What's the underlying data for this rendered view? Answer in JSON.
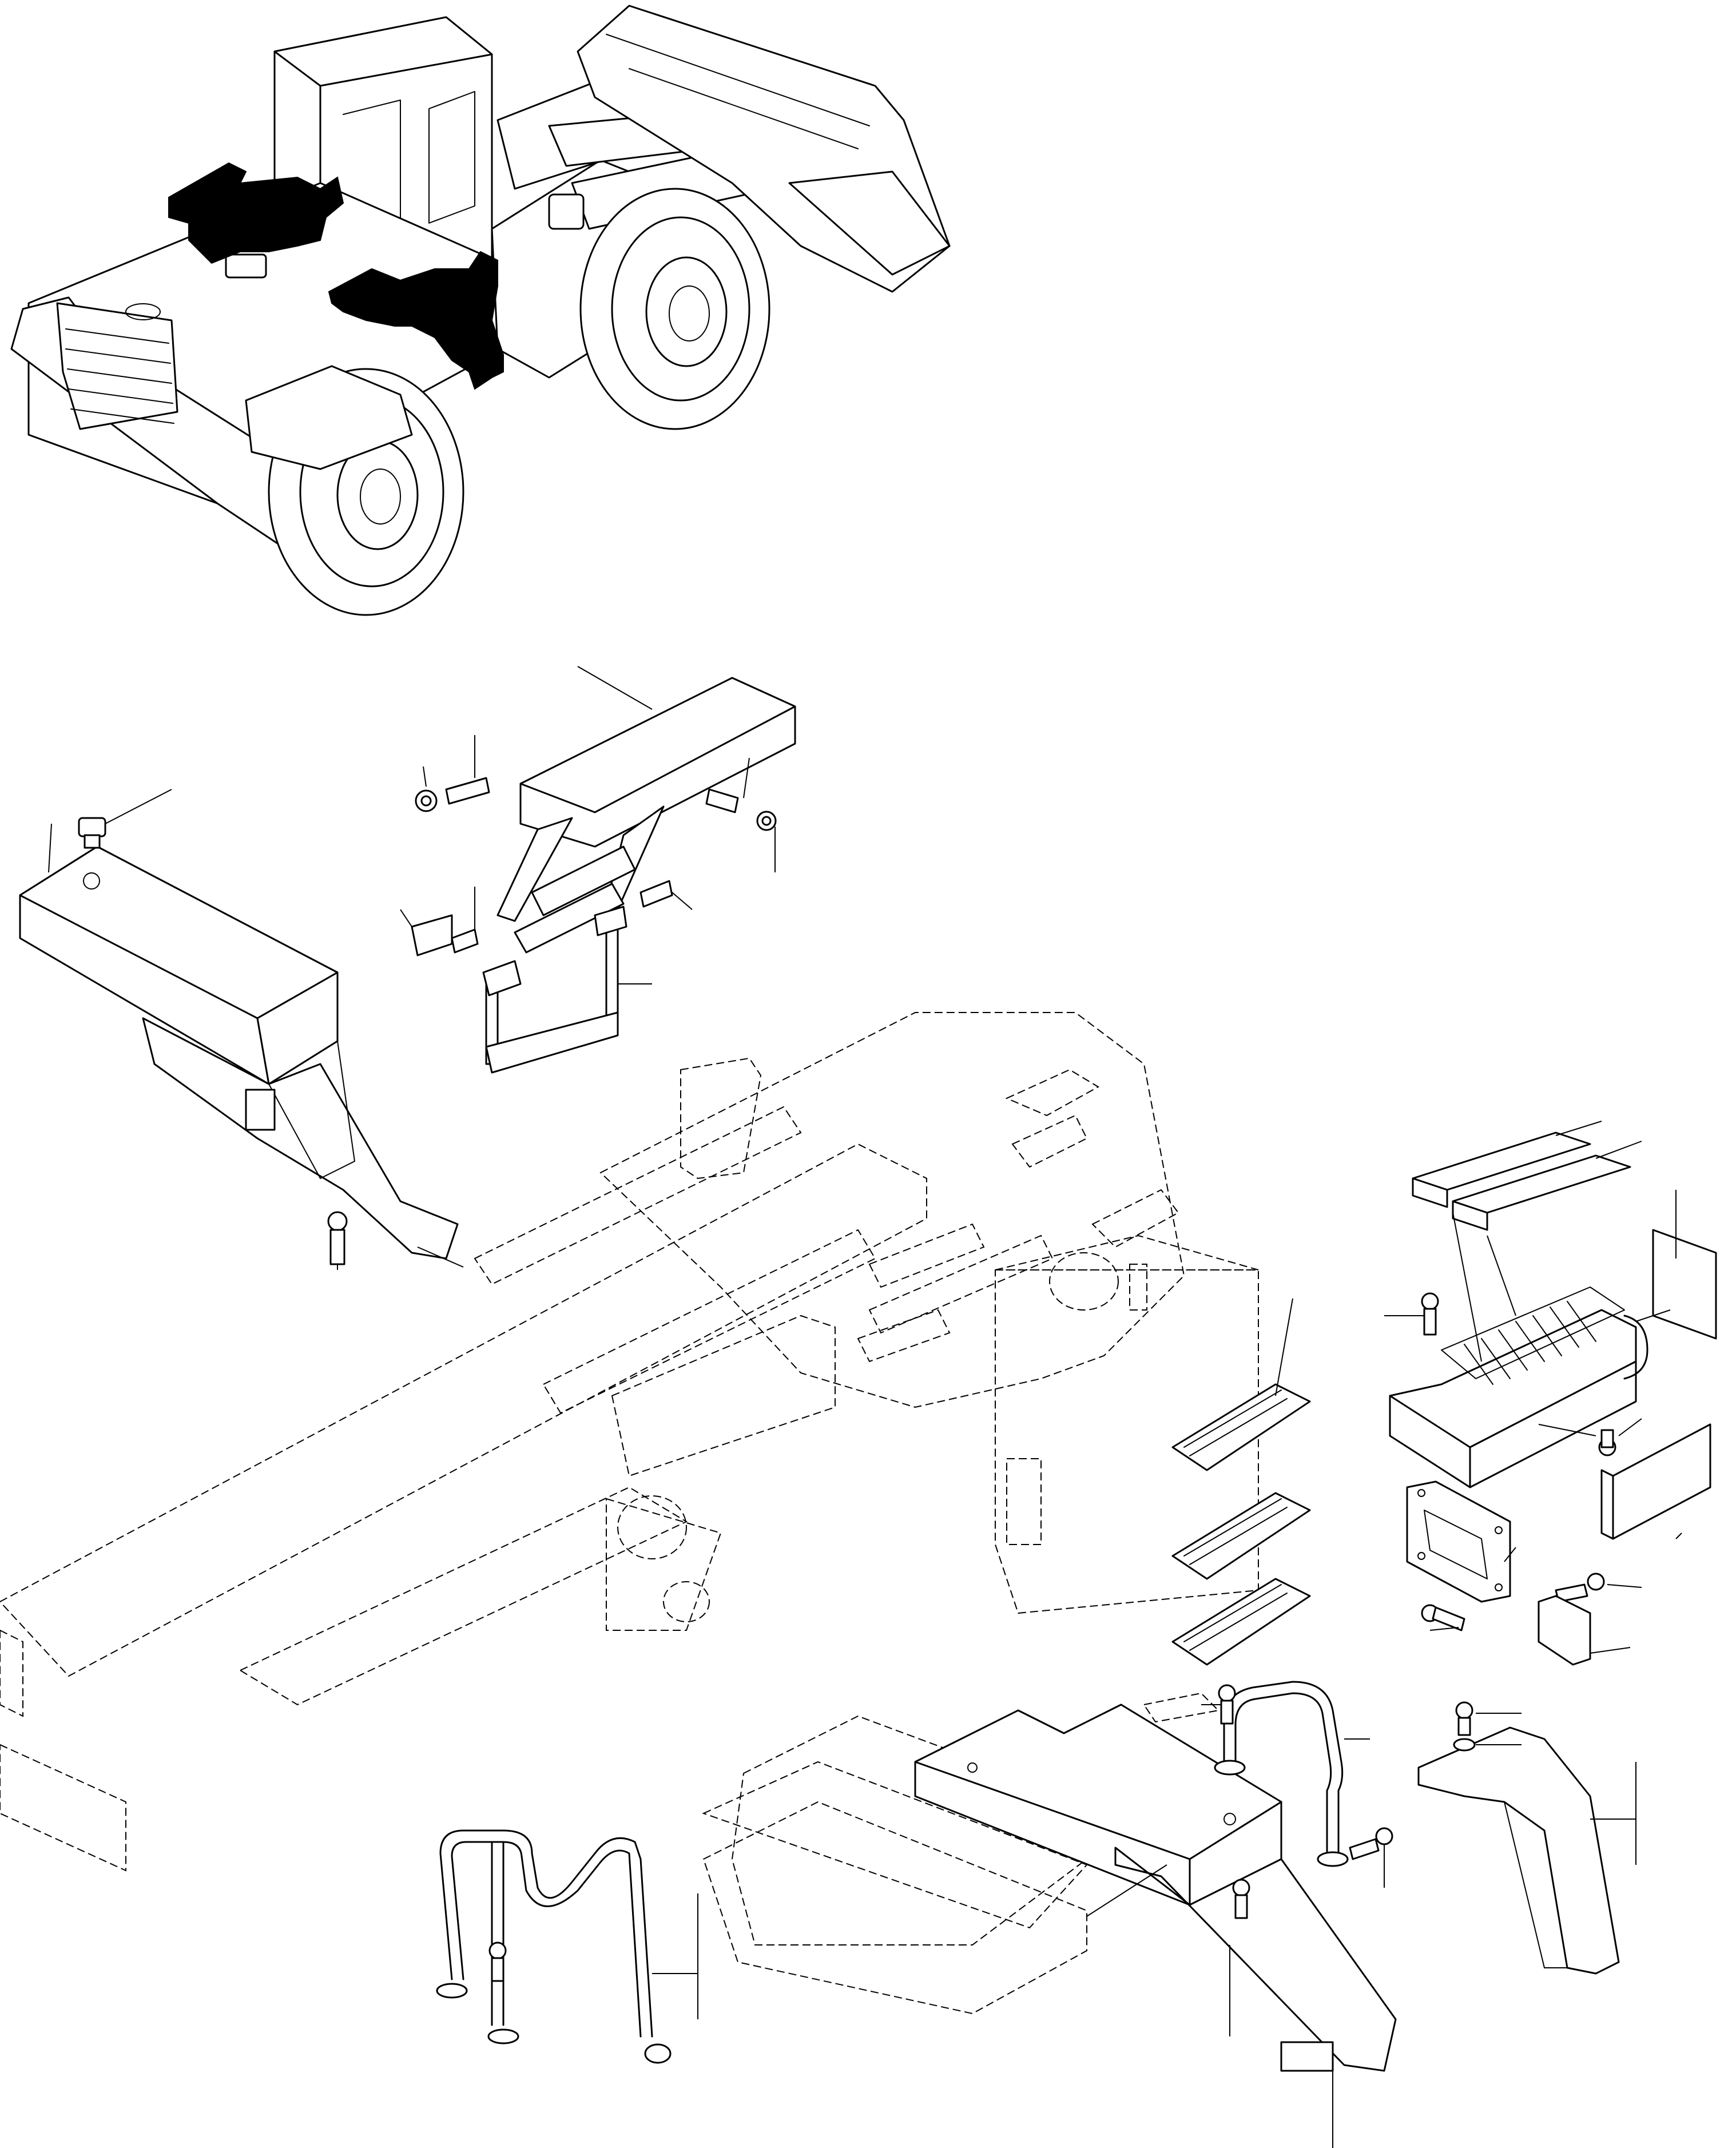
{
  "diagram": {
    "type": "exploded parts diagram",
    "subject": "wheel loader",
    "highlighted_regions": 2,
    "colors": {
      "line": "#000000",
      "background": "#ffffff",
      "highlight": "#000000"
    }
  }
}
